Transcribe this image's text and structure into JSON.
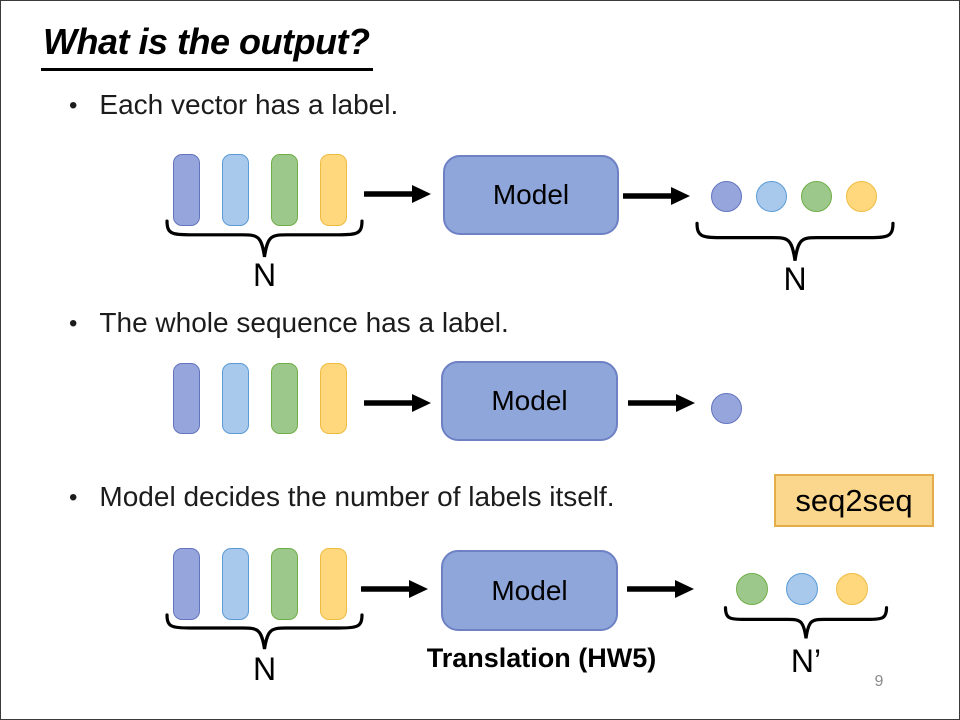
{
  "slide": {
    "title": "What is the output?",
    "bullet_glyph": "•",
    "bullets": [
      {
        "text": "Each vector has a label."
      },
      {
        "text": "The whole sequence has a label."
      },
      {
        "text": "Model decides the number of labels itself."
      }
    ],
    "seq2seq_tag": "seq2seq",
    "translation_note": "Translation (HW5)",
    "page_number": "9"
  },
  "diagram": {
    "model_label": "Model",
    "row1_input_count": "N",
    "row1_output_count": "N",
    "row3_input_count": "N",
    "row3_output_count": "N’"
  },
  "colors": {
    "vec_blue": {
      "fill": "#96A5DB",
      "border": "#6374BE"
    },
    "vec_lightblue": {
      "fill": "#A8C8EC",
      "border": "#5B9BD5"
    },
    "vec_green": {
      "fill": "#9CC98B",
      "border": "#70AD47"
    },
    "vec_yellow": {
      "fill": "#FFD87E",
      "border": "#EFBC42"
    },
    "model_box": {
      "fill": "#8FA6DA",
      "border": "#6E81C4"
    },
    "seq2seq_box": {
      "fill": "#FAD78C",
      "border": "#E3AE49"
    },
    "page_number_gray": "#8A8A8A",
    "ink": "#000000"
  }
}
